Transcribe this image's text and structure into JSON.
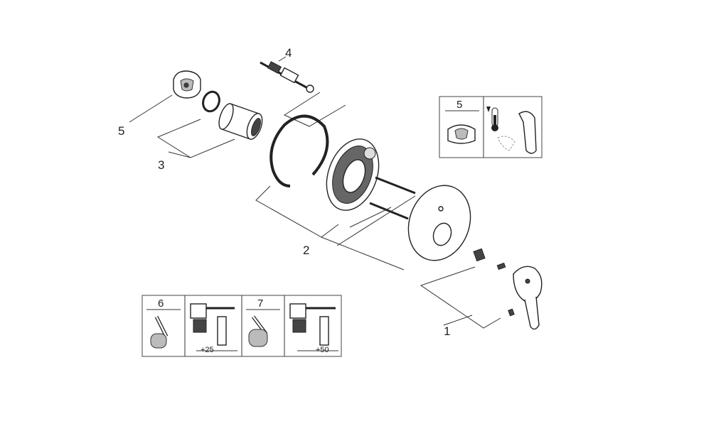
{
  "callouts": {
    "p1": "1",
    "p2": "2",
    "p3": "3",
    "p4": "4",
    "p5": "5"
  },
  "box5": {
    "number": "5"
  },
  "box6": {
    "number": "6",
    "dimension": "+25"
  },
  "box7": {
    "number": "7",
    "dimension": "+50"
  },
  "colors": {
    "line": "#333333",
    "fill_dark": "#444444",
    "fill_light": "#bbbbbb"
  }
}
